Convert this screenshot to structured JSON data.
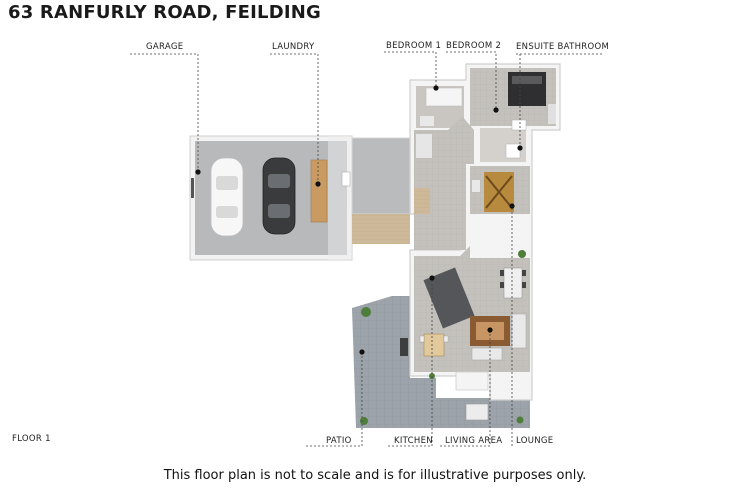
{
  "title": "63 RANFURLY ROAD, FEILDING",
  "labels": {
    "garage": "GARAGE",
    "laundry": "LAUNDRY",
    "bedroom1": "BEDROOM 1",
    "bedroom2": "BEDROOM 2",
    "ensuite": "ENSUITE BATHROOM",
    "patio": "PATIO",
    "kitchen": "KITCHEN",
    "living": "LIVING AREA",
    "lounge": "LOUNGE"
  },
  "floor_label": "FLOOR 1",
  "footer_note": "This floor plan is not to scale and is for illustrative purposes only.",
  "colors": {
    "wall": "#f4f4f4",
    "wall_edge": "#cfcfcf",
    "concrete": "#b7b9bb",
    "floor_grey": "#c9c6c1",
    "patio": "#9ea4ab",
    "timber": "#c99a62",
    "leader": "#444444"
  }
}
